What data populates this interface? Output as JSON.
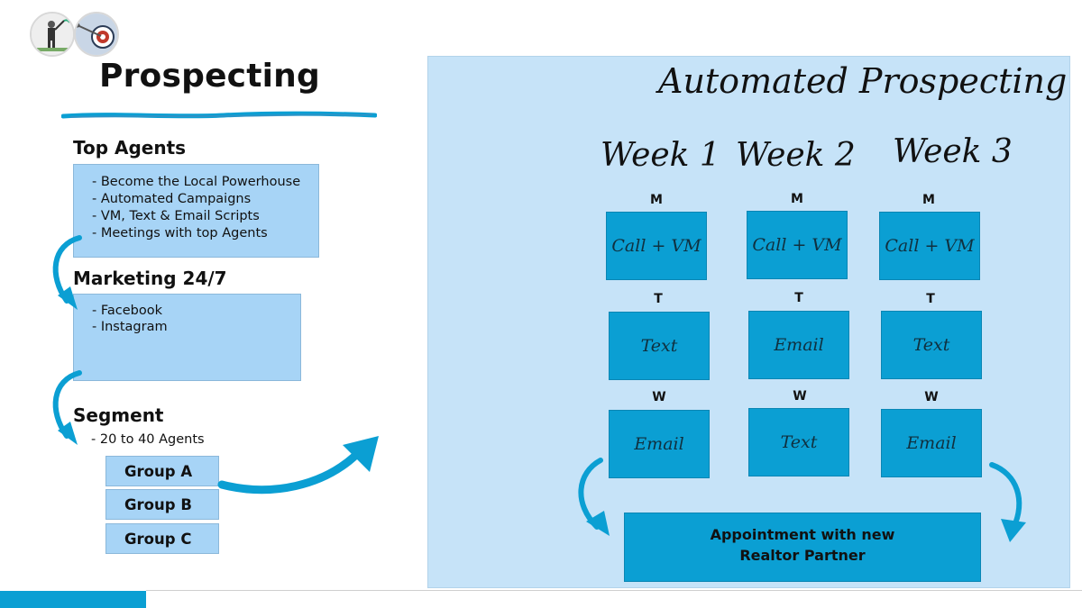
{
  "left": {
    "title": "Prospecting",
    "top_agents": {
      "heading": "Top Agents",
      "items": [
        "- Become the Local Powerhouse",
        "- Automated Campaigns",
        "- VM, Text & Email Scripts",
        "- Meetings with top Agents"
      ]
    },
    "marketing": {
      "heading": "Marketing 24/7",
      "items": [
        "- Facebook",
        "- Instagram"
      ]
    },
    "segment": {
      "heading": "Segment",
      "subtitle": "- 20 to 40 Agents",
      "groups": [
        "Group A",
        "Group B",
        "Group C"
      ]
    }
  },
  "panel": {
    "title": "Automated Prospecting",
    "weeks": [
      {
        "label": "Week 1",
        "days": [
          {
            "day": "M",
            "task": "Call + VM"
          },
          {
            "day": "T",
            "task": "Text"
          },
          {
            "day": "W",
            "task": "Email"
          }
        ]
      },
      {
        "label": "Week 2",
        "days": [
          {
            "day": "M",
            "task": "Call + VM"
          },
          {
            "day": "T",
            "task": "Email"
          },
          {
            "day": "W",
            "task": "Text"
          }
        ]
      },
      {
        "label": "Week 3",
        "days": [
          {
            "day": "M",
            "task": "Call + VM"
          },
          {
            "day": "T",
            "task": "Text"
          },
          {
            "day": "W",
            "task": "Email"
          }
        ]
      }
    ],
    "appointment": {
      "line1": "Appointment with new",
      "line2": "Realtor Partner"
    }
  },
  "colors": {
    "accent": "#0b9fd3",
    "light_box": "#a7d4f6",
    "panel_bg": "#c6e3f8"
  },
  "icons": [
    "avatar-person-icon",
    "avatar-target-icon",
    "curved-arrow-icon"
  ]
}
